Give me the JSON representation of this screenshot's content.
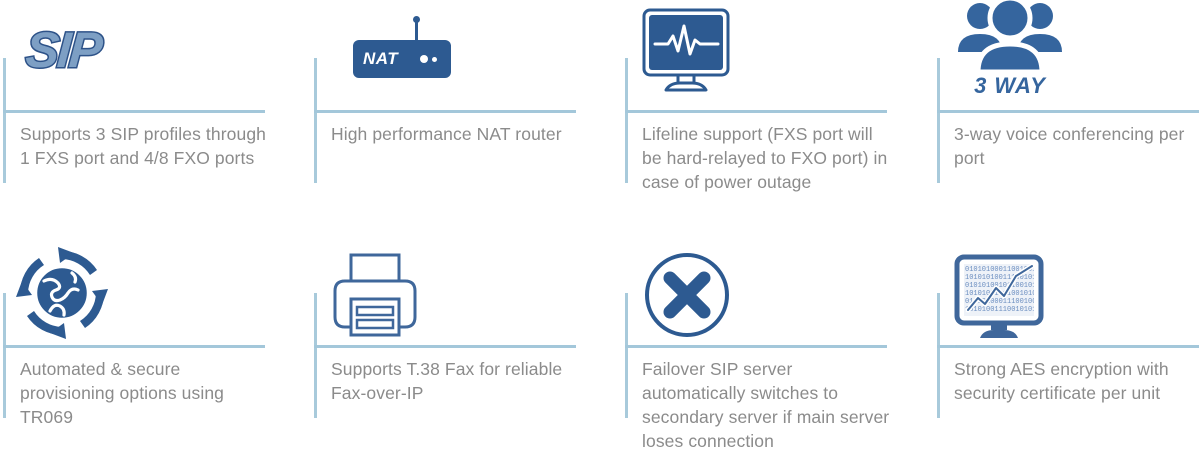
{
  "palette": {
    "icon_blue": "#2d5a91",
    "rule_blue": "#a3c7da",
    "text_gray": "#8b8b8b",
    "sip_outline": "#2d5288",
    "sip_fill": "#7d9fc4",
    "background": "#ffffff"
  },
  "features": [
    {
      "id": "sip-profiles",
      "icon": "sip-logo-icon",
      "icon_label": "SIP",
      "caption": "Supports 3 SIP profiles through 1 FXS port and 4/8 FXO ports"
    },
    {
      "id": "nat-router",
      "icon": "nat-router-icon",
      "icon_label": "NAT",
      "caption": "High performance NAT router"
    },
    {
      "id": "lifeline-support",
      "icon": "heartbeat-monitor-icon",
      "icon_label": "",
      "caption": "Lifeline support (FXS port will be hard-relayed to FXO port) in case of power outage"
    },
    {
      "id": "three-way-conferencing",
      "icon": "three-people-icon",
      "icon_label": "3 WAY",
      "caption": "3-way voice conferencing per port"
    },
    {
      "id": "auto-provisioning",
      "icon": "globe-refresh-icon",
      "icon_label": "",
      "caption": "Automated & secure provisioning options using TR069"
    },
    {
      "id": "t38-fax",
      "icon": "printer-fax-icon",
      "icon_label": "",
      "caption": "Supports T.38 Fax for reliable Fax-over-IP"
    },
    {
      "id": "failover-sip-server",
      "icon": "x-circle-icon",
      "icon_label": "",
      "caption": "Failover SIP server automatically switches to secondary server if main server loses connection"
    },
    {
      "id": "aes-encryption",
      "icon": "binary-chart-monitor-icon",
      "icon_label": "",
      "caption": "Strong AES encryption with security certificate per unit"
    }
  ]
}
